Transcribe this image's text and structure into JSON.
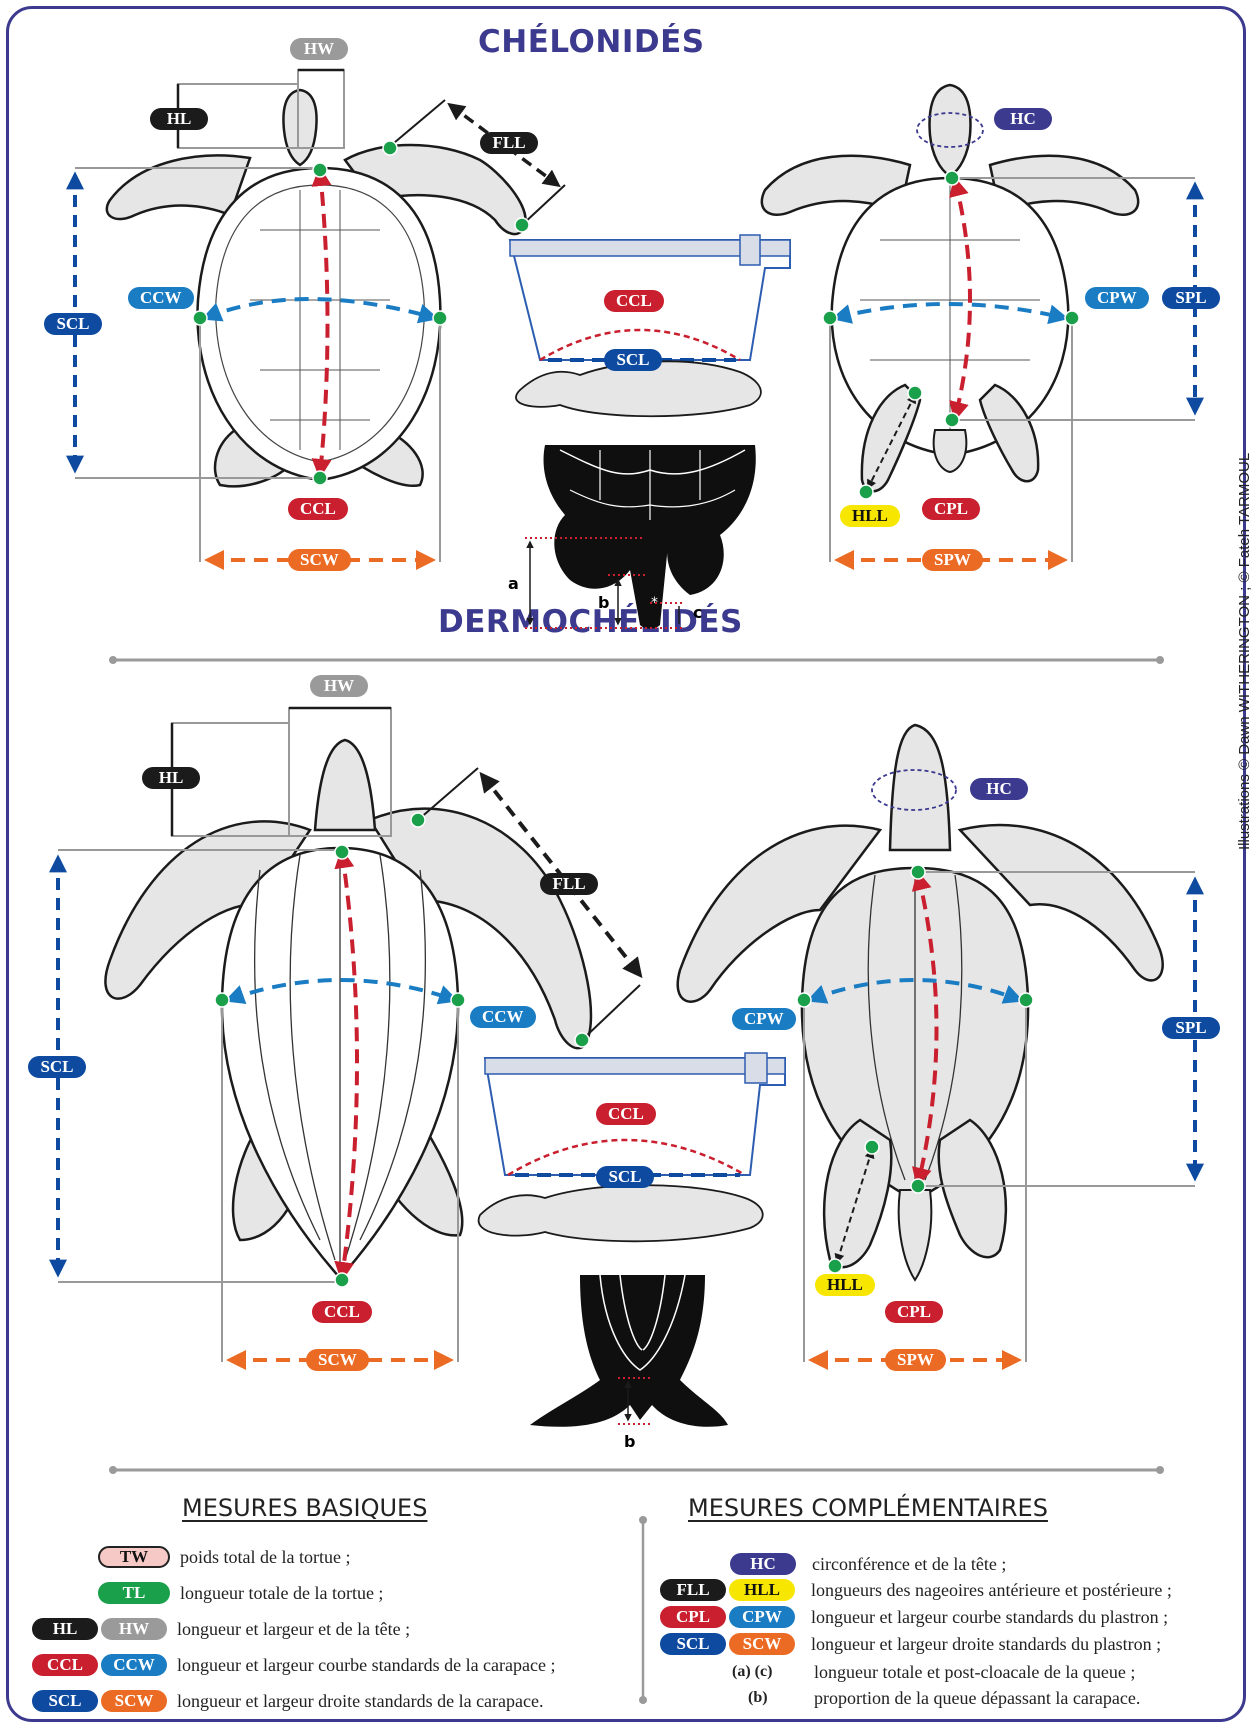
{
  "sections": {
    "top_title": "CHÉLONIDÉS",
    "bottom_title": "DERMOCHÉLIDÉS"
  },
  "credit": "Illustrations © Dawn WITHERINGTON ; © Fateh TARMOUL",
  "labels": {
    "hw": "HW",
    "hl": "HL",
    "fll": "FLL",
    "hc": "HC",
    "ccw": "CCW",
    "cpw": "CPW",
    "scl": "SCL",
    "spl": "SPL",
    "ccl": "CCL",
    "cpl": "CPL",
    "scw": "SCW",
    "spw": "SPW",
    "hll": "HLL",
    "tail_a": "a",
    "tail_b": "b",
    "tail_c": "c"
  },
  "legend": {
    "basic_title": "MESURES BASIQUES",
    "complementary_title": "MESURES COMPLÉMENTAIRES",
    "basic": [
      {
        "tags": [
          "TW"
        ],
        "text": "poids total de la tortue ;"
      },
      {
        "tags": [
          "TL"
        ],
        "text": "longueur totale de la tortue ;"
      },
      {
        "tags": [
          "HL",
          "HW"
        ],
        "text": "longueur et largeur et de la tête ;"
      },
      {
        "tags": [
          "CCL",
          "CCW"
        ],
        "text": "longueur et largeur courbe standards de la carapace ;"
      },
      {
        "tags": [
          "SCL",
          "SCW"
        ],
        "text": "longueur et largeur droite standards de la carapace."
      }
    ],
    "complementary": [
      {
        "tags": [
          "HC"
        ],
        "text": "circonférence et de la tête ;"
      },
      {
        "tags": [
          "FLL",
          "HLL"
        ],
        "text": "longueurs des nageoires antérieure et postérieure ;"
      },
      {
        "tags": [
          "CPL",
          "CPW"
        ],
        "text": "longueur et largeur courbe standards du plastron ;"
      },
      {
        "tags": [
          "SCL",
          "SCW"
        ],
        "text": "longueur et largeur droite standards du plastron ;"
      },
      {
        "tags": [
          "(a) (c)"
        ],
        "text": "longueur totale et post-cloacale de la queue ;"
      },
      {
        "tags": [
          "(b)"
        ],
        "text": "proportion de la queue dépassant la carapace."
      }
    ]
  },
  "colors": {
    "frame": "#3b3a8f",
    "red": "#c91f2e",
    "blue": "#1a7cc3",
    "navy": "#0d4aa0",
    "orange": "#ec6b24",
    "green_dot": "#1aa04a",
    "yellow": "#f7e600",
    "turtle_fill": "#e6e6e6"
  }
}
